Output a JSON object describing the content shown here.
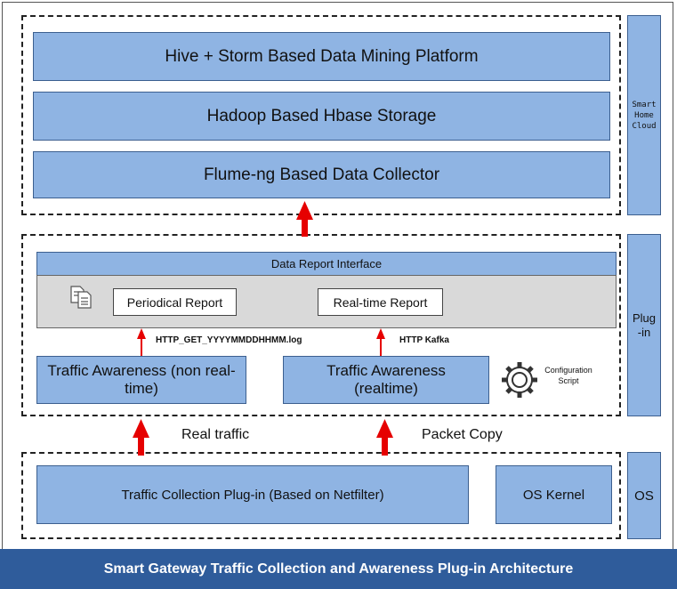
{
  "cloud": {
    "mining": "Hive + Storm Based Data Mining Platform",
    "storage": "Hadoop Based Hbase Storage",
    "collector": "Flume-ng Based Data Collector",
    "side_lines": [
      "Smart",
      "Home",
      "Cloud"
    ]
  },
  "plugin": {
    "interface": "Data Report Interface",
    "periodical": "Periodical Report",
    "realtime_report": "Real-time Report",
    "http_get": "HTTP_GET_YYYYMMDDHHMM.log",
    "http_kafka": "HTTP Kafka",
    "ta_non_realtime": "Traffic Awareness (non real-time)",
    "ta_realtime": "Traffic Awareness (realtime)",
    "config_lines": [
      "Configuration",
      "Script"
    ],
    "side_lines": [
      "Plug",
      "-in"
    ]
  },
  "flows": {
    "real_traffic": "Real traffic",
    "packet_copy": "Packet Copy"
  },
  "os": {
    "collection": "Traffic Collection Plug-in (Based on Netfilter)",
    "kernel": "OS Kernel",
    "side": "OS"
  },
  "footer": {
    "title": "Smart Gateway Traffic Collection and Awareness Plug-in Architecture"
  },
  "colors": {
    "box_fill": "#8fb4e3",
    "arrow": "#e60000",
    "footer_bg": "#2f5c9b"
  }
}
